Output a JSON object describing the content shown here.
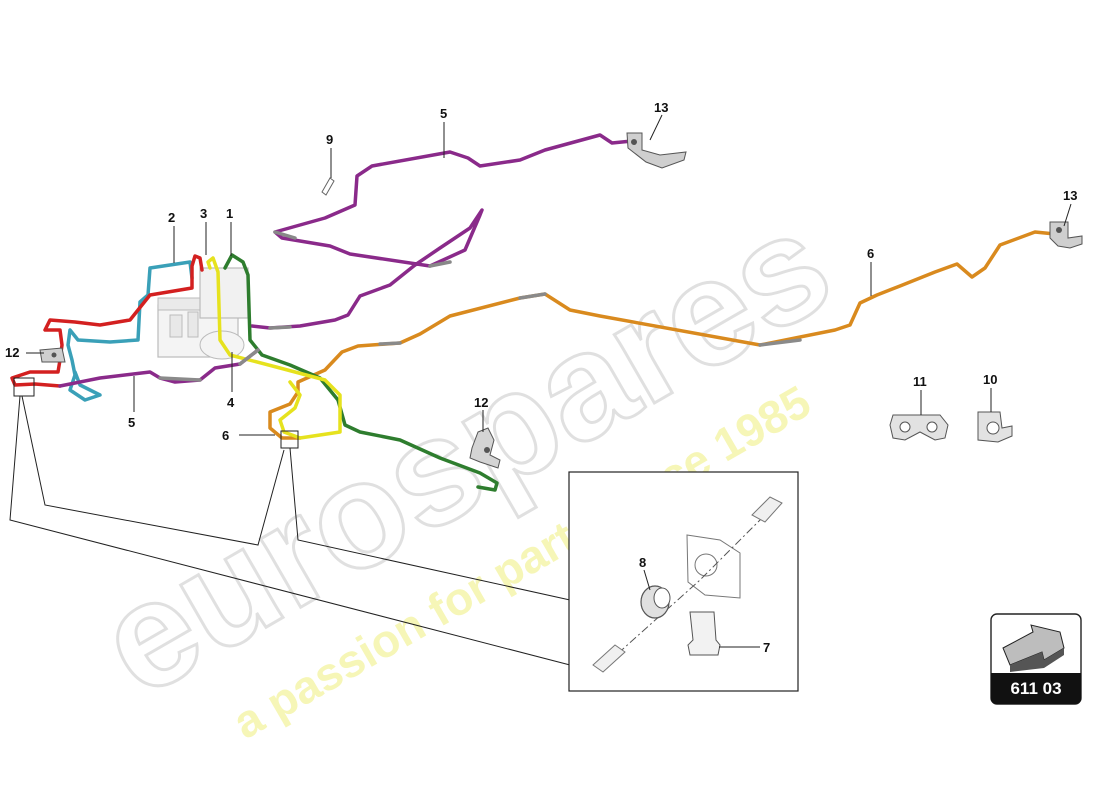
{
  "watermark": {
    "brand": "eurospares",
    "tagline": "a passion for parts since 1985"
  },
  "callouts": {
    "c1": "1",
    "c2": "2",
    "c3": "3",
    "c4": "4",
    "c5_top": "5",
    "c5_left": "5",
    "c6_right": "6",
    "c6_left": "6",
    "c7": "7",
    "c8": "8",
    "c9": "9",
    "c10": "10",
    "c11": "11",
    "c12_left": "12",
    "c12_mid": "12",
    "c13_top": "13",
    "c13_right": "13"
  },
  "reference": {
    "number": "611 03"
  },
  "colors": {
    "purple": "#8a2a8a",
    "orange": "#d98a1e",
    "green": "#2e7d2e",
    "yellow": "#e6e21e",
    "red": "#d32020",
    "blue": "#3aa0b8",
    "gray": "#8a8a8a"
  }
}
